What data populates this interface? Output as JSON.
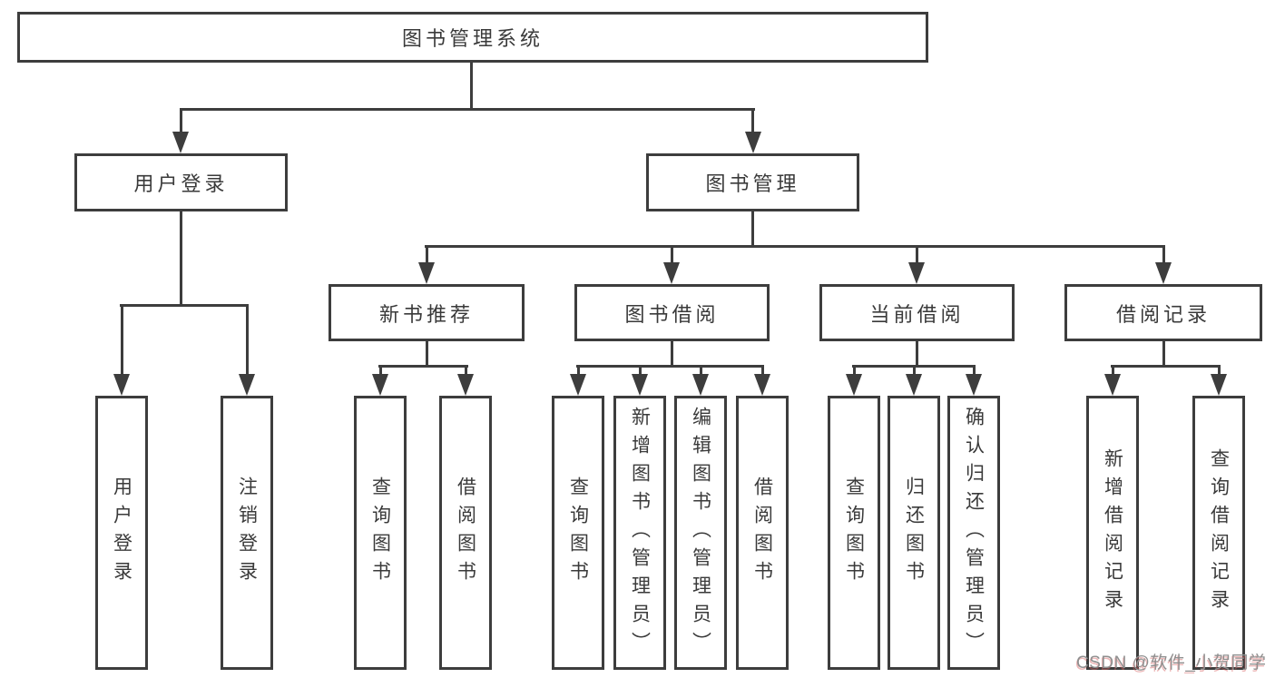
{
  "tree": {
    "label": "图书管理系统",
    "children": [
      {
        "label": "用户登录",
        "children": [
          {
            "label": "用户登录"
          },
          {
            "label": "注销登录"
          }
        ]
      },
      {
        "label": "图书管理",
        "children": [
          {
            "label": "新书推荐",
            "children": [
              {
                "label": "查询图书"
              },
              {
                "label": "借阅图书"
              }
            ]
          },
          {
            "label": "图书借阅",
            "children": [
              {
                "label": "查询图书"
              },
              {
                "label": "新增图书（管理员）"
              },
              {
                "label": "编辑图书（管理员）"
              },
              {
                "label": "借阅图书"
              }
            ]
          },
          {
            "label": "当前借阅",
            "children": [
              {
                "label": "查询图书"
              },
              {
                "label": "归还图书"
              },
              {
                "label": "确认归还（管理员）"
              }
            ]
          },
          {
            "label": "借阅记录",
            "children": [
              {
                "label": "新增借阅记录"
              },
              {
                "label": "查询借阅记录"
              }
            ]
          }
        ]
      }
    ]
  },
  "watermark": {
    "text": "CSDN @软件_小贺同学"
  },
  "colors": {
    "line": "#3d3d3d",
    "text": "#3a3a3a",
    "background": "#ffffff",
    "watermark_gray": "#8f8f8f",
    "watermark_red": "#d46060"
  }
}
